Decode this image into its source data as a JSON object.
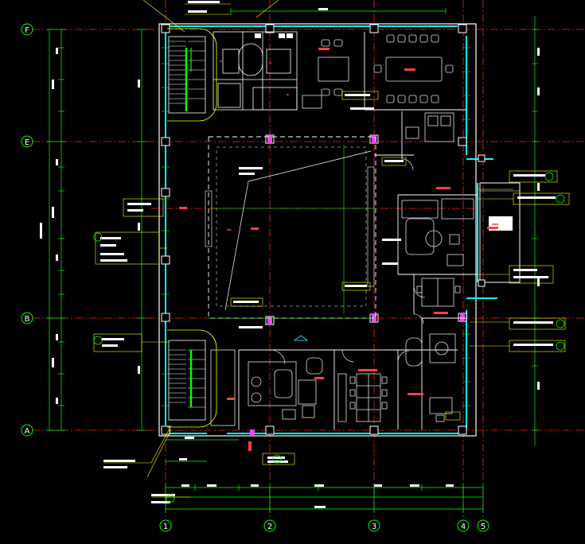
{
  "axes": {
    "rows": [
      "F",
      "E",
      "B",
      "A"
    ],
    "cols": [
      "1",
      "2",
      "3",
      "4",
      "5"
    ]
  },
  "colors": {
    "background": "#000000",
    "wall": "#ffffff",
    "glass": "#00ffff",
    "grid": "#ff2020",
    "dimension": "#00ff00",
    "annotation": "#ffff00",
    "furniture": "#e0e0e0",
    "partition": "#ff40ff"
  }
}
